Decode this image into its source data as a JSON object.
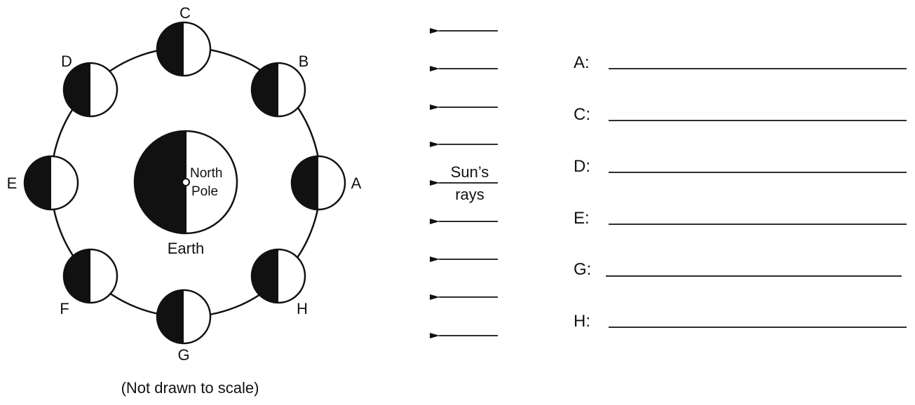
{
  "diagram": {
    "moon_labels": {
      "A": "A",
      "B": "B",
      "C": "C",
      "D": "D",
      "E": "E",
      "F": "F",
      "G": "G",
      "H": "H"
    },
    "earth": {
      "label": "Earth",
      "pole_line1": "North",
      "pole_line2": "Pole"
    },
    "sun_rays": {
      "line1": "Sun’s",
      "line2": "rays"
    },
    "caption": "(Not drawn to scale)"
  },
  "answers": [
    {
      "label": "A:",
      "value": ""
    },
    {
      "label": "C:",
      "value": ""
    },
    {
      "label": "D:",
      "value": ""
    },
    {
      "label": "E:",
      "value": ""
    },
    {
      "label": "G:",
      "value": ""
    },
    {
      "label": "H:",
      "value": ""
    }
  ],
  "colors": {
    "ink": "#111111",
    "paper": "#ffffff"
  }
}
